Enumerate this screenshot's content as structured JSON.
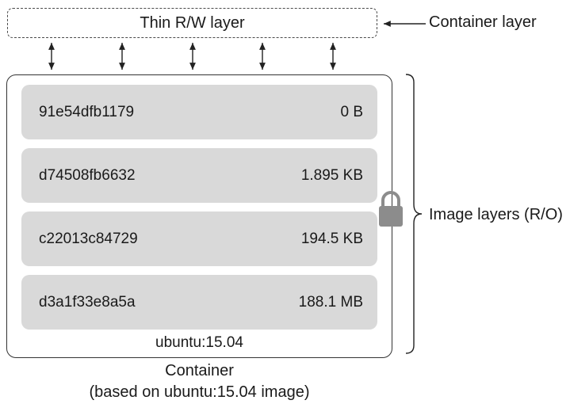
{
  "container_layer": {
    "box_label": "Thin R/W layer",
    "side_label": "Container layer"
  },
  "image_layers": [
    {
      "id": "91e54dfb1179",
      "size": "0 B"
    },
    {
      "id": "d74508fb6632",
      "size": "1.895 KB"
    },
    {
      "id": "c22013c84729",
      "size": "194.5 KB"
    },
    {
      "id": "d3a1f33e8a5a",
      "size": "188.1 MB"
    }
  ],
  "base_image": "ubuntu:15.04",
  "image_layers_label": "Image layers (R/O)",
  "caption": {
    "line1": "Container",
    "line2": "(based on ubuntu:15.04 image)"
  },
  "icons": {
    "lock": "lock-icon"
  },
  "colors": {
    "layer_fill": "#d9d9d9",
    "lock": "#8c8c8c",
    "stroke": "#333333"
  }
}
